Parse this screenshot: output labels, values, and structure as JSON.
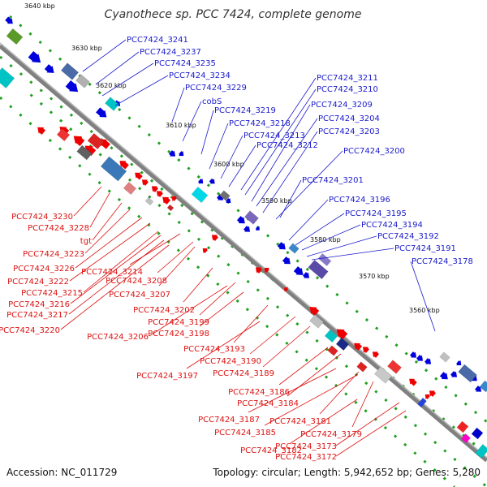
{
  "title": "Cyanothece sp. PCC 7424, complete genome",
  "footer": {
    "accession": "Accession: NC_011729",
    "summary": "Topology: circular; Length: 5,942,652 bp; Genes: 5,280"
  },
  "colors": {
    "forward": "#0000dd",
    "reverse": "#ee0000",
    "backbone": "#808080",
    "tick": "#228822"
  },
  "kbp_markers": [
    "3640 kbp",
    "3630 kbp",
    "3620 kbp",
    "3610 kbp",
    "3600 kbp",
    "3590 kbp",
    "3580 kbp",
    "3570 kbp",
    "3560 kbp"
  ],
  "forward_genes": [
    "PCC7424_3241",
    "PCC7424_3237",
    "PCC7424_3235",
    "PCC7424_3234",
    "PCC7424_3229",
    "cobS",
    "PCC7424_3219",
    "PCC7424_3218",
    "PCC7424_3213",
    "PCC7424_3212",
    "PCC7424_3211",
    "PCC7424_3210",
    "PCC7424_3209",
    "PCC7424_3204",
    "PCC7424_3203",
    "PCC7424_3200",
    "PCC7424_3201",
    "PCC7424_3196",
    "PCC7424_3195",
    "PCC7424_3194",
    "PCC7424_3192",
    "PCC7424_3191",
    "PCC7424_3178"
  ],
  "reverse_genes": [
    "PCC7424_3230",
    "PCC7424_3228",
    "tgt",
    "PCC7424_3223",
    "PCC7424_3226",
    "PCC7424_3214",
    "PCC7424_3222",
    "PCC7424_3208",
    "PCC7424_3215",
    "PCC7424_3207",
    "PCC7424_3216",
    "PCC7424_3217",
    "PCC7424_3202",
    "PCC7424_3220",
    "PCC7424_3199",
    "PCC7424_3206",
    "PCC7424_3198",
    "PCC7424_3193",
    "PCC7424_3190",
    "PCC7424_3189",
    "PCC7424_3197",
    "PCC7424_3186",
    "PCC7424_3184",
    "PCC7424_3187",
    "PCC7424_3181",
    "PCC7424_3185",
    "PCC7424_3179",
    "PCC7424_3173",
    "PCC7424_3182",
    "PCC7424_3172"
  ]
}
